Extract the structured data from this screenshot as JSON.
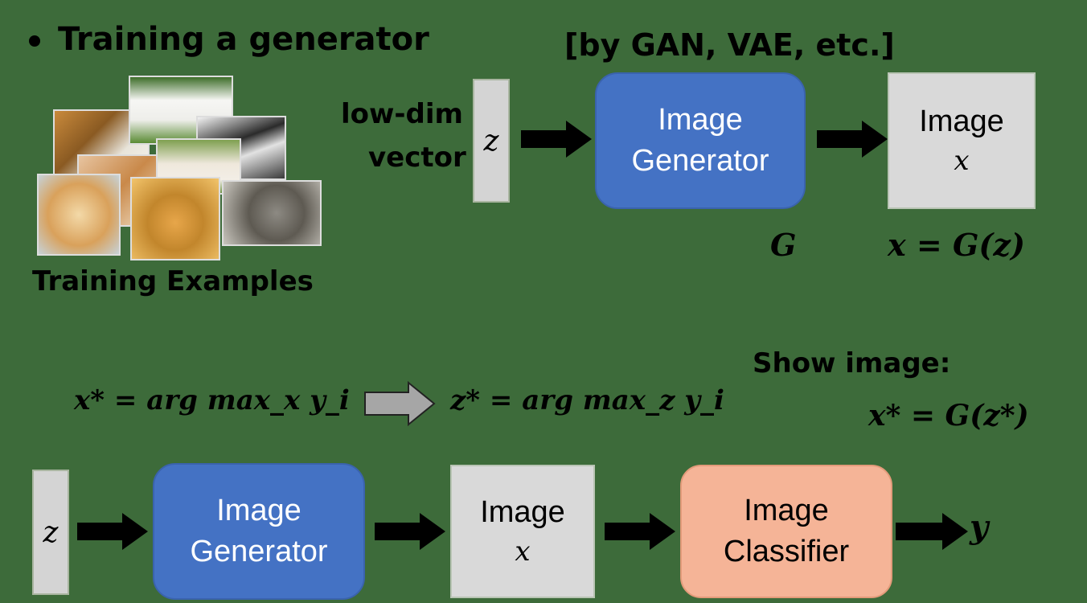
{
  "top": {
    "title": "Training a generator",
    "subtitle": "[by GAN, VAE, etc.]",
    "training_examples_label": "Training Examples",
    "vector_label_line1": "low-dim",
    "vector_label_line2": "vector",
    "z_label": "z",
    "generator_line1": "Image",
    "generator_line2": "Generator",
    "image_line1": "Image",
    "image_var": "x",
    "g_label": "G",
    "x_eq_gz": "x = G(z)"
  },
  "bottom": {
    "formula_left": "x* = arg max_x y_i",
    "formula_right": "z* = arg max_z y_i",
    "show_image_label": "Show image:",
    "show_image_formula": "x* = G(z*)",
    "z_label": "z",
    "generator_line1": "Image",
    "generator_line2": "Generator",
    "image_line1": "Image",
    "image_var": "x",
    "classifier_line1": "Image",
    "classifier_line2": "Classifier",
    "output_label": "y"
  },
  "icons": [
    "tiger-photo",
    "samoyed-photo",
    "tapir-photo",
    "alpaca-photo",
    "cat-photo",
    "doge-photo",
    "kitten-photo",
    "wolf-photo"
  ],
  "colors": {
    "background": "#3d6b3a",
    "generator": "#4472c4",
    "image_box": "#d9d9d9",
    "classifier": "#f5b497",
    "gray_arrow": "#a6a6a6"
  }
}
